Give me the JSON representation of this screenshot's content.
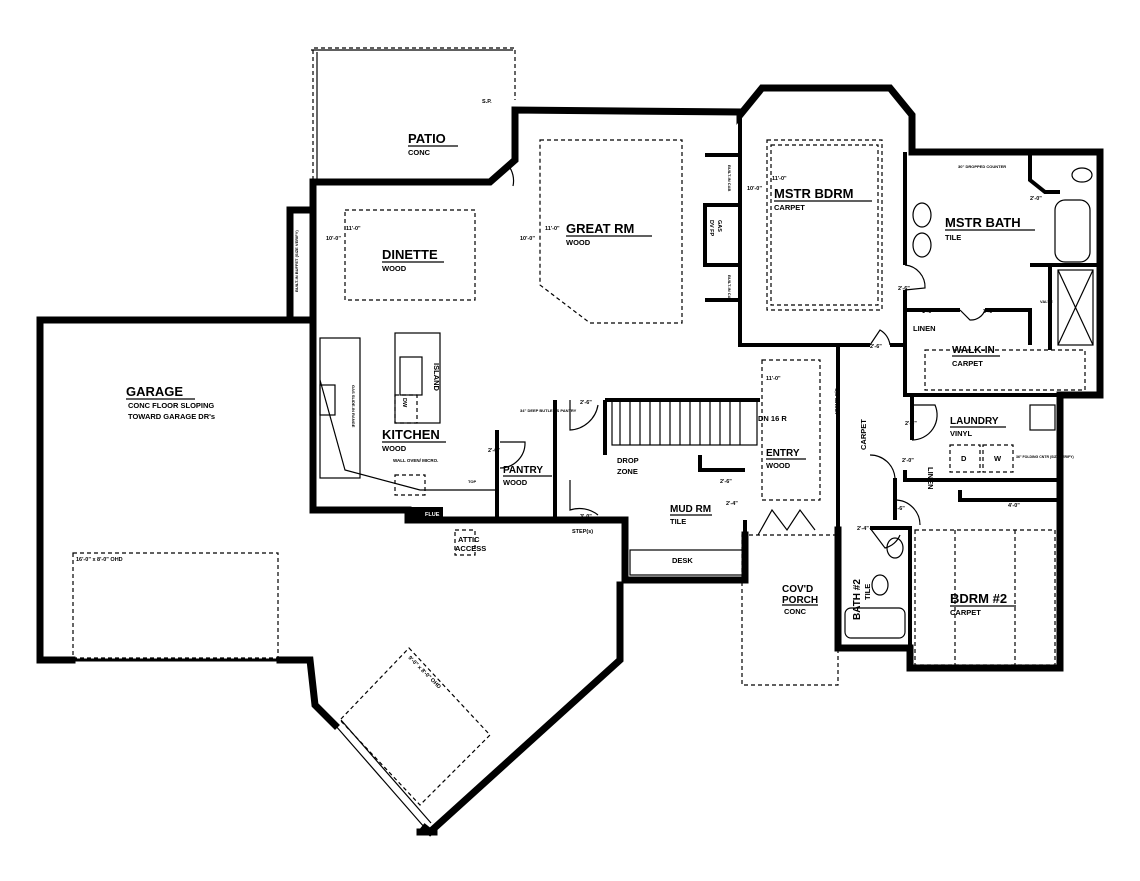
{
  "rooms": {
    "patio": {
      "name": "PATIO",
      "floor": "CONC"
    },
    "great_rm": {
      "name": "GREAT RM",
      "floor": "WOOD"
    },
    "dinette": {
      "name": "DINETTE",
      "floor": "WOOD"
    },
    "mstr_bdrm": {
      "name": "MSTR BDRM",
      "floor": "CARPET"
    },
    "mstr_bath": {
      "name": "MSTR BATH",
      "floor": "TILE"
    },
    "walk_in": {
      "name": "WALK-IN",
      "floor": "CARPET"
    },
    "garage": {
      "name": "GARAGE",
      "floor_line1": "CONC FLOOR SLOPING",
      "floor_line2": "TOWARD GARAGE DR's"
    },
    "kitchen": {
      "name": "KITCHEN",
      "floor": "WOOD"
    },
    "pantry": {
      "name": "PANTRY",
      "floor": "WOOD"
    },
    "mud_rm": {
      "name": "MUD RM",
      "floor": "TILE"
    },
    "entry": {
      "name": "ENTRY",
      "floor": "WOOD"
    },
    "laundry": {
      "name": "LAUNDRY",
      "floor": "VINYL"
    },
    "porch": {
      "name_line1": "COV'D",
      "name_line2": "PORCH",
      "floor": "CONC"
    },
    "bath2": {
      "name": "BATH #2",
      "floor": "TILE"
    },
    "bdrm2": {
      "name": "BDRM #2",
      "floor": "CARPET"
    }
  },
  "notes": {
    "garage_door_main": "16'-0\" x 8'-0\" OHD",
    "garage_door_angled": "9'-0\" x 8'-0\" OHD",
    "attic_line1": "ATTIC",
    "attic_line2": "ACCESS",
    "steps": "STEP(s)",
    "desk": "DESK",
    "island": "ISLAND",
    "drop_zone_1": "DROP",
    "drop_zone_2": "ZONE",
    "stairs": "DN 16 R",
    "linen_master": "LINEN",
    "linen_hall": "LINEN",
    "gas_fp_1": "GAS",
    "gas_fp_2": "DV FP",
    "builtin_cab_1": "BUILT-IN CAB",
    "builtin_cab_2": "BUILT-IN CAB",
    "buffet": "BUILT-IN BUFFET (SIZE VERIFY)",
    "dropped_counter": "30\" DROPPED COUNTER",
    "valve": "VALVE",
    "butler_pantry": "34\" DEEP BUTLER'S PANTRY",
    "wall_oven": "WALL OVEN/ MICRO.",
    "flue": "FLUE",
    "range": "GAS SLIDE-IN RANGE",
    "dw": "DW",
    "top": "TOP",
    "sp": "S.P.",
    "arch": "ARCH'D O/O",
    "hall_carpet": "CARPET",
    "dryer": "D",
    "washer": "W",
    "folding": "36\" FOLDING CNTR (SIZE VERIFY)",
    "ceiling_dinette_a": "11'-0\"",
    "ceiling_dinette_b": "10'-0\"",
    "ceiling_great_a": "11'-0\"",
    "ceiling_great_b": "10'-0\"",
    "ceiling_mstr_a": "11'-0\"",
    "ceiling_mstr_b": "10'-0\"",
    "ceiling_entry": "11'-0\""
  },
  "dims": {
    "d1": "2'-6\"",
    "d2": "3'-0\"",
    "d3": "2'-6\"",
    "d4": "2'-6\"",
    "d5": "2'-4\"",
    "d6": "2'-6\"",
    "d7": "2'-6\"",
    "d8": "2'-6\"",
    "d9": "2'-4\"",
    "d10": "1'-6\"",
    "d11": "2'-0\"",
    "d12": "2'-0\"",
    "d13": "4'-0\"",
    "d14": "2'-0\"",
    "d15": "2'-6\""
  }
}
